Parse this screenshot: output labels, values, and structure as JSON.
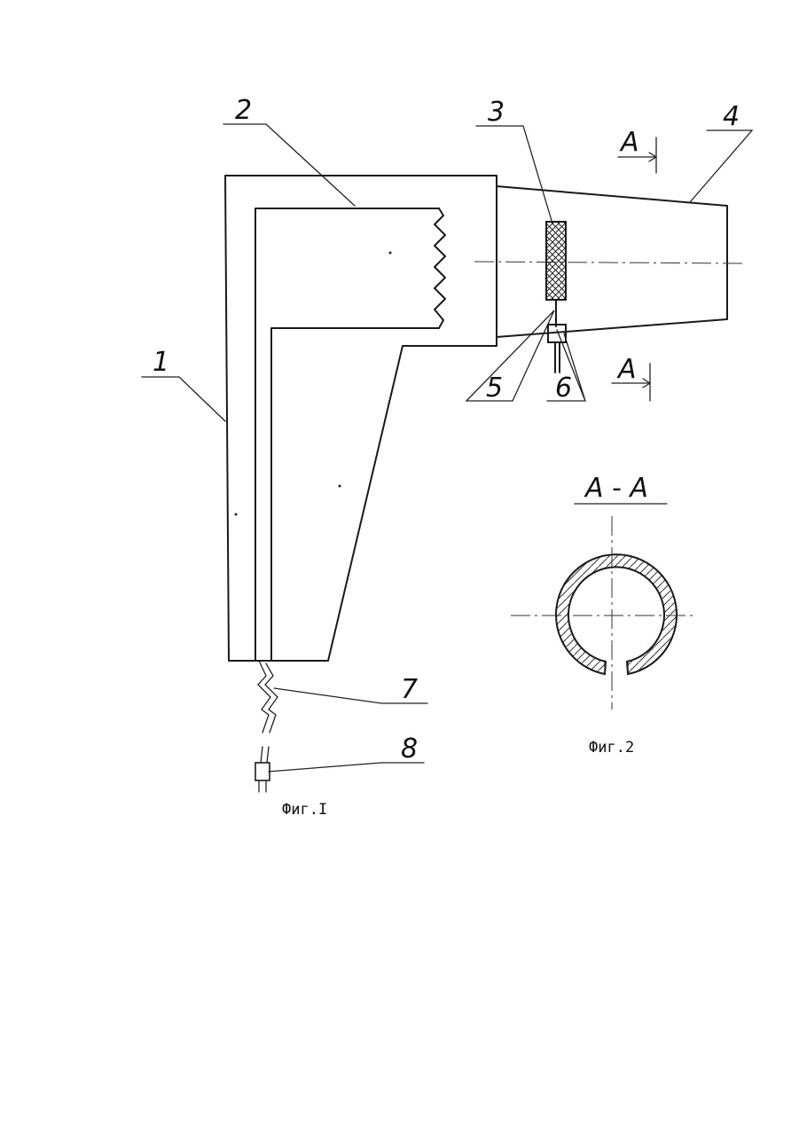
{
  "figure1": {
    "caption": "Фиг.I",
    "callouts": {
      "c1": "1",
      "c2": "2",
      "c3": "3",
      "c4": "4",
      "c5": "5",
      "c6": "6",
      "c7": "7",
      "c8": "8"
    },
    "section_marker": "A"
  },
  "figure2": {
    "caption": "Фиг.2",
    "section_title": "A - A"
  },
  "colors": {
    "ink": "#1a1a1a",
    "paper": "#ffffff"
  }
}
